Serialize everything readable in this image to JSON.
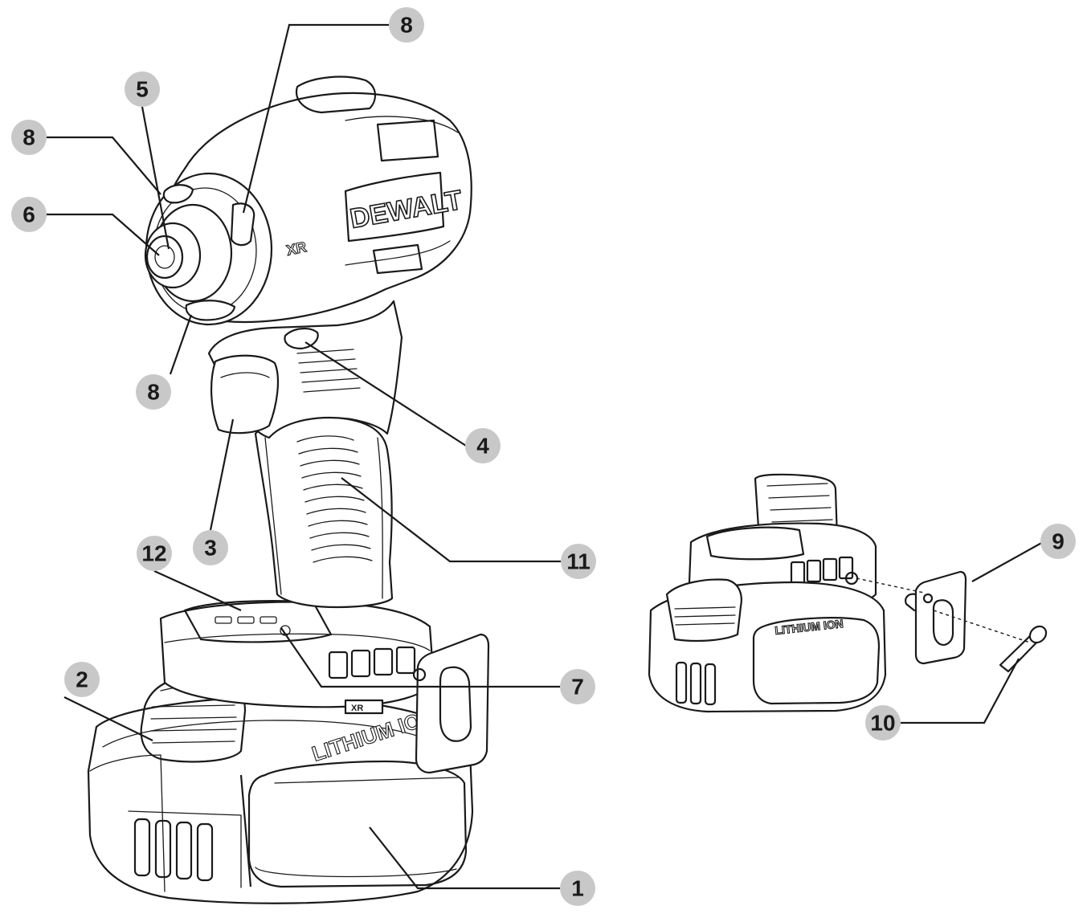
{
  "brand_label": "DEWALT",
  "xr_label": "XR",
  "battery_label": "LITHIUM ION",
  "inset_battery_label": "LITHIUM ION",
  "badge_label": "XR",
  "callouts": {
    "c1": "1",
    "c2": "2",
    "c3": "3",
    "c4": "4",
    "c5": "5",
    "c6": "6",
    "c7": "7",
    "c8a": "8",
    "c8b": "8",
    "c8c": "8",
    "c9": "9",
    "c10": "10",
    "c11": "11",
    "c12": "12"
  }
}
